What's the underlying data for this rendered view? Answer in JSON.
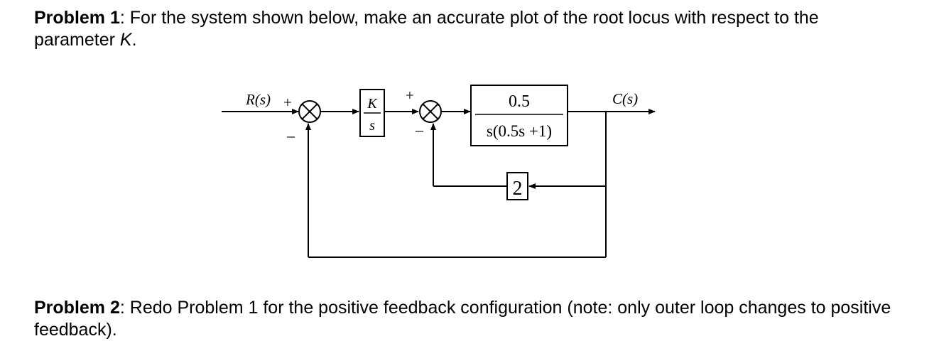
{
  "problem1": {
    "heading": "Problem 1",
    "text_before": ": For the system shown below, make an accurate plot of the root locus with respect to the parameter ",
    "param": "K",
    "text_after": "."
  },
  "diagram": {
    "input_label": "R(s)",
    "output_label": "C(s)",
    "sum1_plus": "+",
    "sum1_minus": "–",
    "sum2_plus": "+",
    "sum2_minus": "–",
    "controller_num": "K",
    "controller_den": "s",
    "plant_num": "0.5",
    "plant_den": "s(0.5s +1)",
    "feedback_gain": "2"
  },
  "problem2": {
    "heading": "Problem 2",
    "text": ": Redo Problem 1 for the positive feedback configuration (note: only outer loop changes to positive feedback)."
  }
}
